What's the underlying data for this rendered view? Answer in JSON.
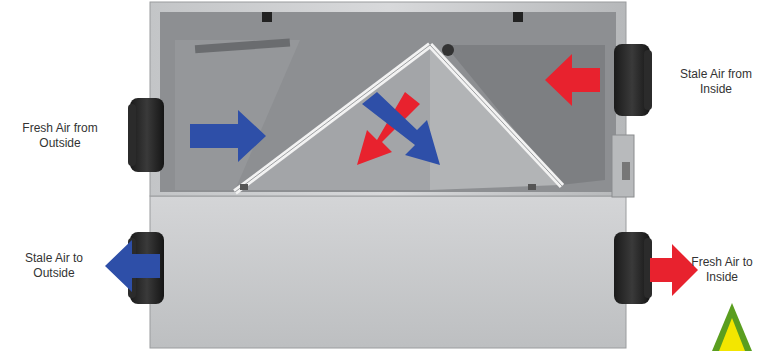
{
  "diagram": {
    "labels": [
      "Fresh Air from Outside",
      "Stale Air from Inside",
      "Stale Air to Outside",
      "Fresh Air to Inside"
    ]
  }
}
